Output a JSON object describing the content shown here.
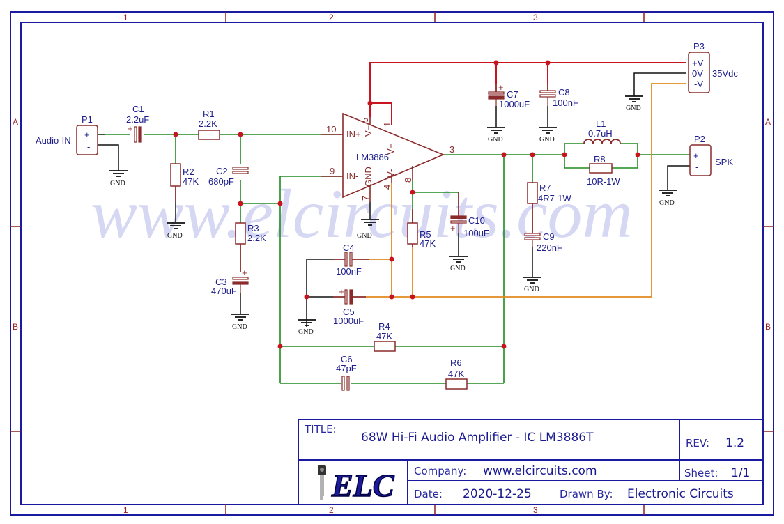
{
  "frame": {
    "columns": [
      "1",
      "2",
      "3"
    ],
    "rows": [
      "A",
      "B"
    ]
  },
  "watermark": "www.elcircuits.com",
  "ground_label": "GND",
  "components": {
    "P1": {
      "ref": "P1",
      "name": "Audio-IN",
      "pins": [
        "+",
        "-"
      ]
    },
    "C1": {
      "ref": "C1",
      "value": "2.2uF"
    },
    "R1": {
      "ref": "R1",
      "value": "2.2K"
    },
    "R2": {
      "ref": "R2",
      "value": "47K"
    },
    "C2": {
      "ref": "C2",
      "value": "680pF"
    },
    "R3": {
      "ref": "R3",
      "value": "2.2K"
    },
    "C3": {
      "ref": "C3",
      "value": "470uF"
    },
    "U1": {
      "ref": "LM3886",
      "pins": {
        "in_plus": "IN+",
        "in_minus": "IN-",
        "vplus_a": "V+",
        "vplus_b": "V+",
        "vminus": "V-",
        "gnd": "GND",
        "n10": "10",
        "n9": "9",
        "n5": "5",
        "n1": "1",
        "n4": "4",
        "n7": "7",
        "n8": "8",
        "n3": "3"
      }
    },
    "C4": {
      "ref": "C4",
      "value": "100nF"
    },
    "C5": {
      "ref": "C5",
      "value": "1000uF"
    },
    "R4": {
      "ref": "R4",
      "value": "47K"
    },
    "C6": {
      "ref": "C6",
      "value": "47pF"
    },
    "R6": {
      "ref": "R6",
      "value": "47K"
    },
    "R5": {
      "ref": "R5",
      "value": "47K"
    },
    "C10": {
      "ref": "C10",
      "value": "100uF"
    },
    "C7": {
      "ref": "C7",
      "value": "1000uF"
    },
    "C8": {
      "ref": "C8",
      "value": "100nF"
    },
    "R7": {
      "ref": "R7",
      "value": "4R7-1W"
    },
    "C9": {
      "ref": "C9",
      "value": "220nF"
    },
    "L1": {
      "ref": "L1",
      "value": "0.7uH"
    },
    "R8": {
      "ref": "R8",
      "value": "10R-1W"
    },
    "P2": {
      "ref": "P2",
      "name": "SPK",
      "pins": [
        "+",
        "-"
      ]
    },
    "P3": {
      "ref": "P3",
      "name": "35Vdc",
      "pins": [
        "+V",
        "0V",
        "-V"
      ]
    }
  },
  "title_block": {
    "title_key": "TITLE:",
    "title": "68W Hi-Fi Audio Amplifier - IC LM3886T",
    "rev_key": "REV:",
    "rev": "1.2",
    "logo": "ELC",
    "company_key": "Company:",
    "company": "www.elcircuits.com",
    "sheet_key": "Sheet:",
    "sheet": "1/1",
    "date_key": "Date:",
    "date": "2020-12-25",
    "drawn_key": "Drawn By:",
    "drawn": "Electronic Circuits"
  },
  "colors": {
    "frame": "#1a1aa0",
    "wire_signal": "#1f8a1f",
    "wire_power": "#c8141e",
    "wire_neg": "#e08a1e",
    "component": "#8b2a2a",
    "junction": "#c8141e"
  }
}
